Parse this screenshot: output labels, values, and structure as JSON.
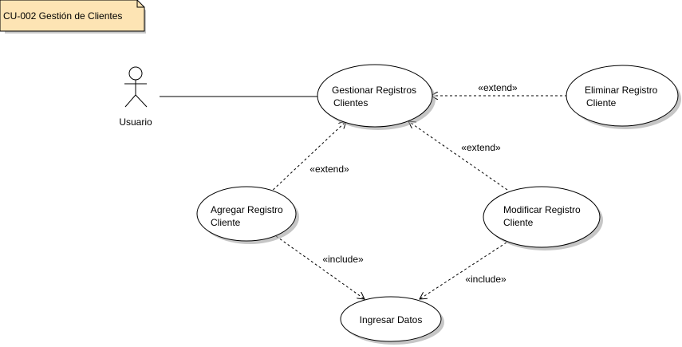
{
  "diagram": {
    "note": {
      "title": "CU-002 Gestión de Clientes"
    },
    "actor": {
      "label": "Usuario"
    },
    "use_cases": {
      "gestionar": {
        "line1": "Gestionar Registros",
        "line2": "Clientes"
      },
      "eliminar": {
        "line1": "Eliminar Registro",
        "line2": "Cliente"
      },
      "agregar": {
        "line1": "Agregar Registro",
        "line2": "Cliente"
      },
      "modificar": {
        "line1": "Modificar Registro",
        "line2": "Cliente"
      },
      "ingresar": {
        "line1": "Ingresar Datos"
      }
    },
    "relations": {
      "eliminar_extend": "«extend»",
      "modificar_extend": "«extend»",
      "agregar_extend": "«extend»",
      "agregar_include": "«include»",
      "modificar_include": "«include»"
    },
    "colors": {
      "note_fill": "#fde4b4",
      "stroke": "#000000"
    }
  }
}
